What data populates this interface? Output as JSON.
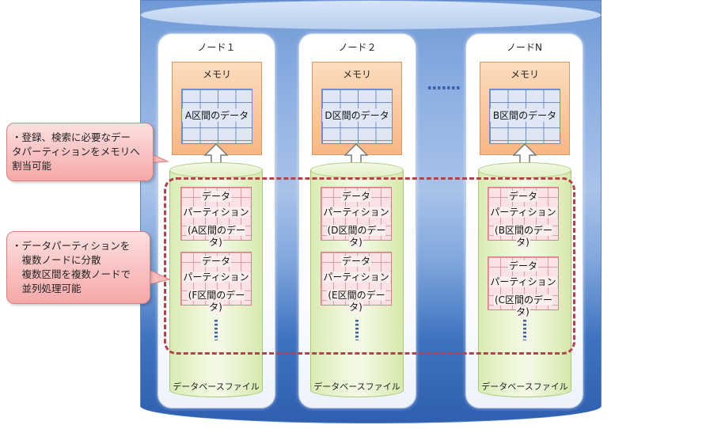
{
  "nodes": [
    {
      "title": "ノード１",
      "memory_label": "メモリ",
      "memory_data": "A区間のデータ",
      "db_label": "データベースファイル",
      "partitions": [
        {
          "line1": "データ",
          "line2": "パーティション",
          "line3": "(A区間のデータ)"
        },
        {
          "line1": "データ",
          "line2": "パーティション",
          "line3": "(F区間のデータ)"
        }
      ]
    },
    {
      "title": "ノード２",
      "memory_label": "メモリ",
      "memory_data": "D区間のデータ",
      "db_label": "データベースファイル",
      "partitions": [
        {
          "line1": "データ",
          "line2": "パーティション",
          "line3": "(D区間のデータ)"
        },
        {
          "line1": "データ",
          "line2": "パーティション",
          "line3": "(E区間のデータ)"
        }
      ]
    },
    {
      "title": "ノードN",
      "memory_label": "メモリ",
      "memory_data": "B区間のデータ",
      "db_label": "データベースファイル",
      "partitions": [
        {
          "line1": "データ",
          "line2": "パーティション",
          "line3": "(B区間のデータ)"
        },
        {
          "line1": "データ",
          "line2": "パーティション",
          "line3": "(C区間のデータ)"
        }
      ]
    }
  ],
  "callouts": [
    {
      "text": "・登録、検索に必要なデー\nタパーティションをメモリへ\n割当可能"
    },
    {
      "text": "・データパーティションを\n　複数ノードに分散\n　複数区間を複数ノードで\n　並列処理可能"
    }
  ],
  "colors": {
    "database": "#6f99d6",
    "memory": "#f8b784",
    "partition": "#fbe3e5",
    "db_file": "#e2efc4",
    "highlight": "#b3434a",
    "callout": "#f6a8a8"
  }
}
